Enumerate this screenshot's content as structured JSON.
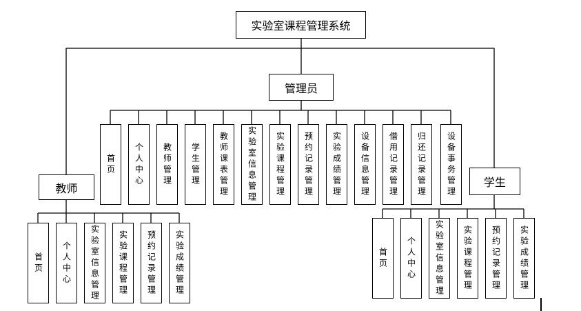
{
  "diagram": {
    "root": "实验室课程管理系统",
    "admin": {
      "title": "管理员",
      "items": [
        "首页",
        "个人中心",
        "教师管理",
        "学生管理",
        "教师课表管理",
        "实验室信息管理",
        "实验课程管理",
        "预约记录管理",
        "实验成绩管理",
        "设备信息管理",
        "借用记录管理",
        "归还记录管理",
        "设备事务管理"
      ]
    },
    "teacher": {
      "title": "教师",
      "items": [
        "首页",
        "个人中心",
        "实验室信息管理",
        "实验课程管理",
        "预约记录管理",
        "实验成绩管理"
      ]
    },
    "student": {
      "title": "学生",
      "items": [
        "首页",
        "个人中心",
        "实验室信息管理",
        "实验课程管理",
        "预约记录管理",
        "实验成绩管理"
      ]
    }
  }
}
